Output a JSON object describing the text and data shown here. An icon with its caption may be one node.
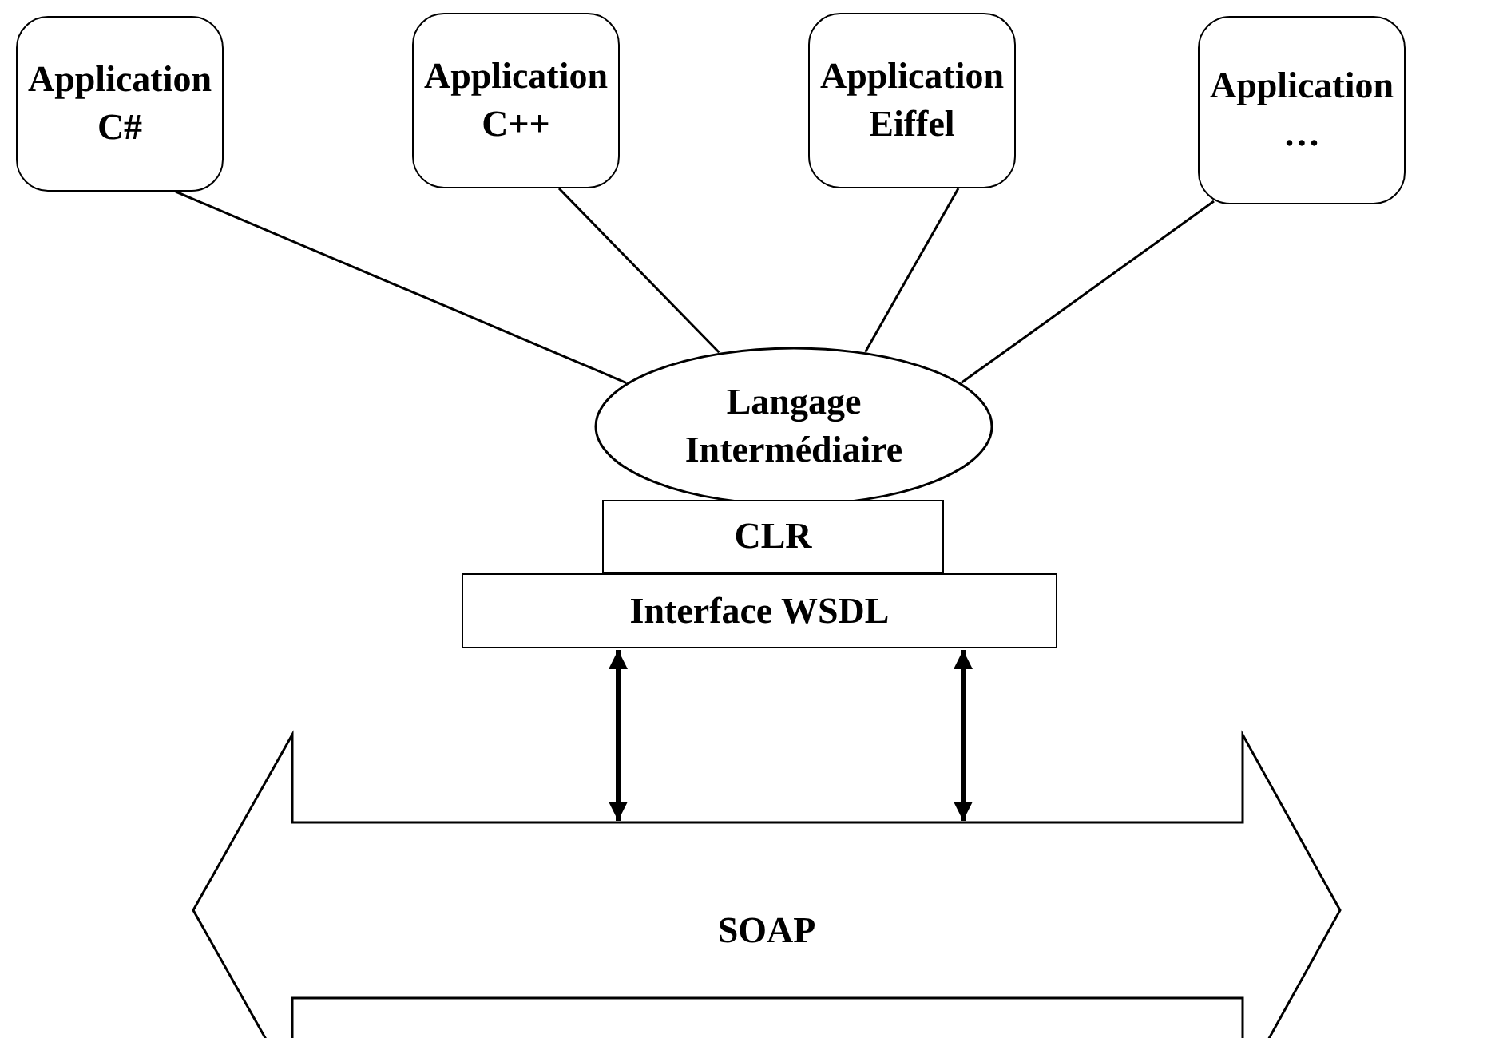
{
  "diagram": {
    "nodes": [
      {
        "text": [
          "Application C#"
        ]
      },
      {
        "text": [
          "Application C++"
        ]
      },
      {
        "text": [
          "Application Eiffel"
        ]
      },
      {
        "text": [
          "Application …"
        ]
      },
      {
        "text": [
          "Langage Intermédiaire"
        ]
      },
      {
        "text": [
          "CLR"
        ]
      },
      {
        "text": [
          "Interface WSDL"
        ]
      },
      {
        "text": [
          "SOAP"
        ]
      }
    ],
    "edges": [
      {
        "from": 0,
        "to": 4,
        "arrow": "none"
      },
      {
        "from": 1,
        "to": 4,
        "arrow": "none"
      },
      {
        "from": 2,
        "to": 4,
        "arrow": "none"
      },
      {
        "from": 3,
        "to": 4,
        "arrow": "none"
      },
      {
        "from": 6,
        "to": 7,
        "arrow": "both",
        "style": "thick"
      },
      {
        "from": 6,
        "to": 7,
        "arrow": "both",
        "style": "thick"
      }
    ]
  }
}
